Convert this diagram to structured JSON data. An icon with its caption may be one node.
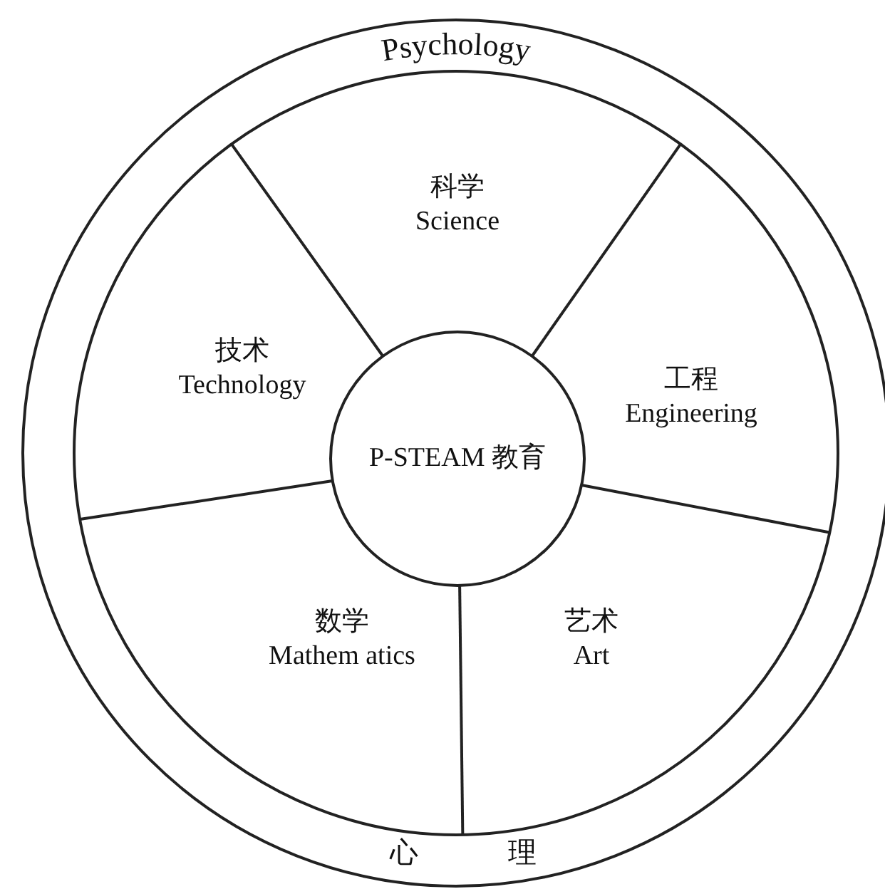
{
  "diagram": {
    "nodes": [
      {
        "text": [
          "Psychology",
          "心 理"
        ]
      },
      {
        "text": [
          "科学",
          "Science"
        ],
        "in": 0
      },
      {
        "text": [
          "技术",
          "Technology"
        ],
        "in": 0
      },
      {
        "text": [
          "工程",
          "Engineering"
        ],
        "in": 0
      },
      {
        "text": [
          "数学",
          "Mathem atics"
        ],
        "in": 0
      },
      {
        "text": [
          "艺术",
          "Art"
        ],
        "in": 0
      },
      {
        "text": [
          "P-STEAM 教育"
        ],
        "in": 0
      }
    ]
  }
}
